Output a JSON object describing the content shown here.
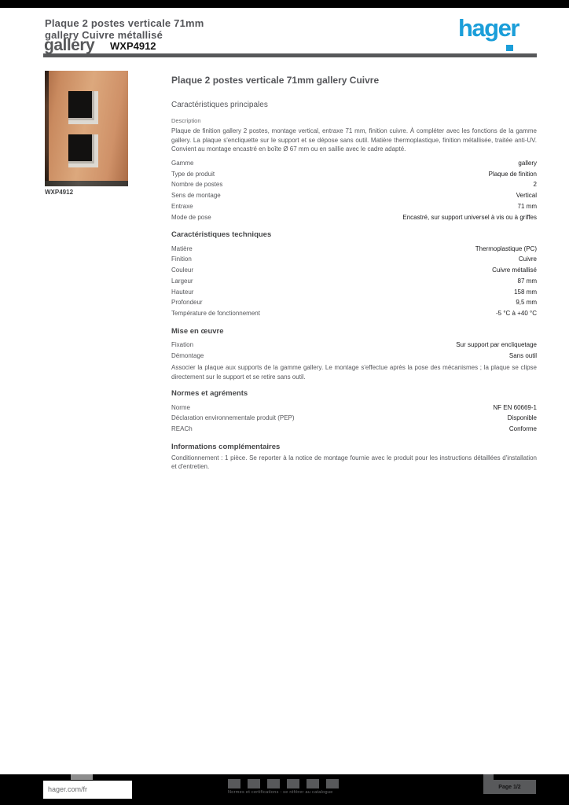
{
  "brand": {
    "logo_text": "hager",
    "logo_color": "#1b9ed9"
  },
  "header": {
    "title_line1": "Plaque 2 postes verticale 71mm",
    "title_line2": "gallery Cuivre métallisé",
    "range_wordmark": "gallery",
    "reference": "WXP4912"
  },
  "product_image": {
    "caption": "WXP4912",
    "finish_color": "#c98a5f"
  },
  "spec": {
    "heading": "Plaque 2 postes verticale 71mm gallery Cuivre",
    "subheading": "Caractéristiques principales",
    "description_label": "Description",
    "description": "Plaque de finition gallery 2 postes, montage vertical, entraxe 71 mm, finition cuivre. À compléter avec les fonctions de la gamme gallery. La plaque s'encliquette sur le support et se dépose sans outil. Matière thermoplastique, finition métallisée, traitée anti-UV. Convient au montage encastré en boîte Ø 67 mm ou en saillie avec le cadre adapté."
  },
  "sections": [
    {
      "heading": "",
      "rows": [
        {
          "label": "Gamme",
          "value": "gallery"
        },
        {
          "label": "Type de produit",
          "value": "Plaque de finition"
        },
        {
          "label": "Nombre de postes",
          "value": "2"
        },
        {
          "label": "Sens de montage",
          "value": "Vertical"
        },
        {
          "label": "Entraxe",
          "value": "71 mm"
        },
        {
          "label": "Mode de pose",
          "value": "Encastré, sur support universel à vis ou à griffes"
        }
      ]
    },
    {
      "heading": "Caractéristiques techniques",
      "rows": [
        {
          "label": "Matière",
          "value": "Thermoplastique (PC)"
        },
        {
          "label": "Finition",
          "value": "Cuivre"
        },
        {
          "label": "Couleur",
          "value": "Cuivre métallisé"
        },
        {
          "label": "Largeur",
          "value": "87 mm"
        },
        {
          "label": "Hauteur",
          "value": "158 mm"
        },
        {
          "label": "Profondeur",
          "value": "9,5 mm"
        },
        {
          "label": "Température de fonctionnement",
          "value": "-5 °C à +40 °C"
        }
      ]
    },
    {
      "heading": "Mise en œuvre",
      "rows": [
        {
          "label": "Fixation",
          "value": "Sur support par encliquetage"
        },
        {
          "label": "Démontage",
          "value": "Sans outil"
        }
      ],
      "note": "Associer la plaque aux supports de la gamme gallery. Le montage s'effectue après la pose des mécanismes ; la plaque se clipse directement sur le support et se retire sans outil."
    },
    {
      "heading": "Normes et agréments",
      "rows": [
        {
          "label": "Norme",
          "value": "NF EN 60669-1"
        },
        {
          "label": "Déclaration environnementale produit (PEP)",
          "value": "Disponible"
        },
        {
          "label": "REACh",
          "value": "Conforme"
        }
      ]
    },
    {
      "heading": "Informations complémentaires",
      "note": "Conditionnement : 1 pièce. Se reporter à la notice de montage fournie avec le produit pour les instructions détaillées d'installation et d'entretien."
    }
  ],
  "footer": {
    "website": "hager.com/fr",
    "cert_caption": "Normes et certifications : se référer au catalogue",
    "page_info": "Page 1/2"
  }
}
